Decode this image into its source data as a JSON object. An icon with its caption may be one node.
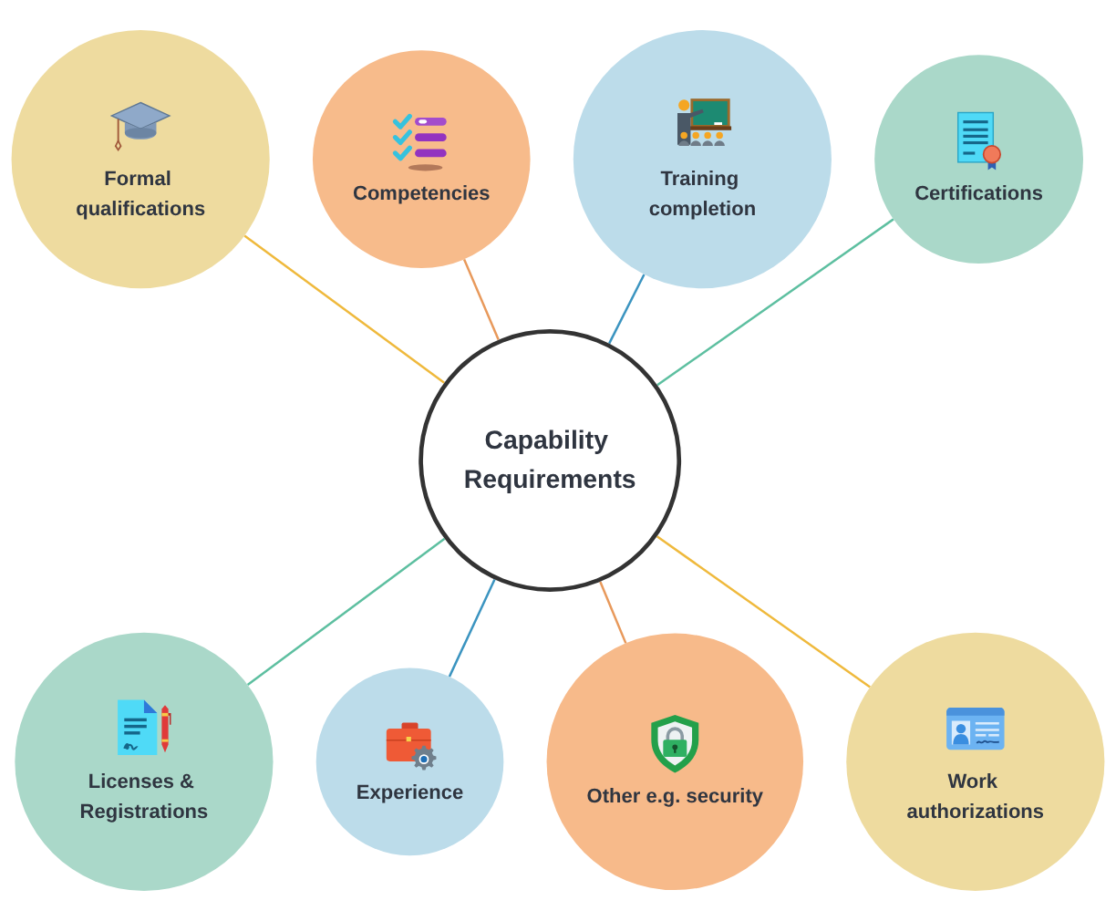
{
  "diagram": {
    "nodes": [
      {
        "text": [
          "Capability Requirements"
        ]
      },
      {
        "text": [
          "Competencies"
        ]
      },
      {
        "text": [
          "Training completion"
        ]
      },
      {
        "text": [
          "Certifications"
        ]
      },
      {
        "text": [
          "Work authorizations"
        ]
      },
      {
        "text": [
          "Other e.g. security"
        ]
      },
      {
        "text": [
          "Experience"
        ]
      },
      {
        "text": [
          "Licenses & Registrations"
        ]
      },
      {
        "text": [
          "Formal qualifications"
        ]
      }
    ],
    "edges": [
      {
        "from": 8,
        "to": 0,
        "arrow": "none",
        "color": "#efb93c"
      },
      {
        "from": 1,
        "to": 0,
        "arrow": "none",
        "color": "#e8995b"
      },
      {
        "from": 2,
        "to": 0,
        "arrow": "none",
        "color": "#3b94c0"
      },
      {
        "from": 3,
        "to": 0,
        "arrow": "none",
        "color": "#5dbfa0"
      },
      {
        "from": 0,
        "to": 7,
        "arrow": "none",
        "color": "#5dbfa0"
      },
      {
        "from": 0,
        "to": 6,
        "arrow": "none",
        "color": "#3b94c0"
      },
      {
        "from": 0,
        "to": 5,
        "arrow": "none",
        "color": "#e8995b"
      },
      {
        "from": 0,
        "to": 4,
        "arrow": "none",
        "color": "#efb93c"
      }
    ]
  }
}
